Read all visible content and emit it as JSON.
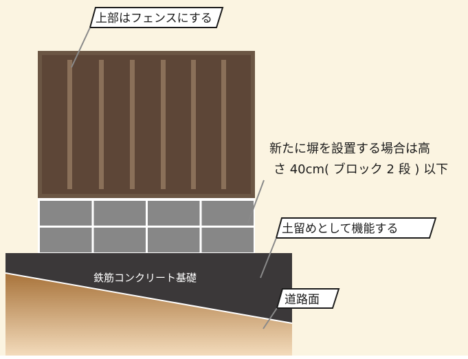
{
  "colors": {
    "background": "#fbf4e1",
    "fence_frame": "#6b5644",
    "fence_panel": "#5d4637",
    "fence_slat": "#8a7059",
    "block_fill": "#878787",
    "block_mortar": "#ffffff",
    "foundation": "#3b3839",
    "soil_top": "#a8733a",
    "soil_bottom": "#f3dbbb",
    "callout_stroke": "#1a1a1a",
    "leader_line": "#8a8a8a",
    "label_text": "#1a1a1a",
    "foundation_text": "#ffffff"
  },
  "fence_slat_count": 6,
  "block_layout": {
    "rows": 2,
    "columns": 4
  },
  "foundation_label": "鉄筋コンクリート基礎",
  "callouts": {
    "fence": "上部はフェンスにする",
    "block_line1": "新たに塀を設置する場合は高",
    "block_line2": "さ 40cm( ブロック 2 段 ) 以下",
    "retaining": "土留めとして機能する",
    "road": "道路面"
  }
}
